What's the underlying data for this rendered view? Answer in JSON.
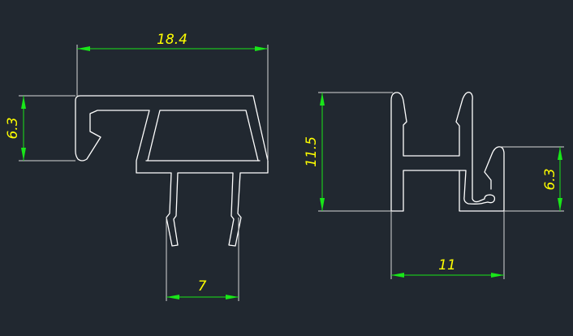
{
  "colors": {
    "background": "#212830",
    "outline": "#ffffff",
    "extension_line": "#d8d8d8",
    "dimension_line": "#19e619",
    "dimension_text": "#ffff00"
  },
  "left_profile": {
    "width_dim": "18.4",
    "height_dim": "6.3",
    "stem_dim": "7"
  },
  "right_profile": {
    "height_dim": "11.5",
    "inner_height_dim": "6.3",
    "width_dim": "11"
  }
}
